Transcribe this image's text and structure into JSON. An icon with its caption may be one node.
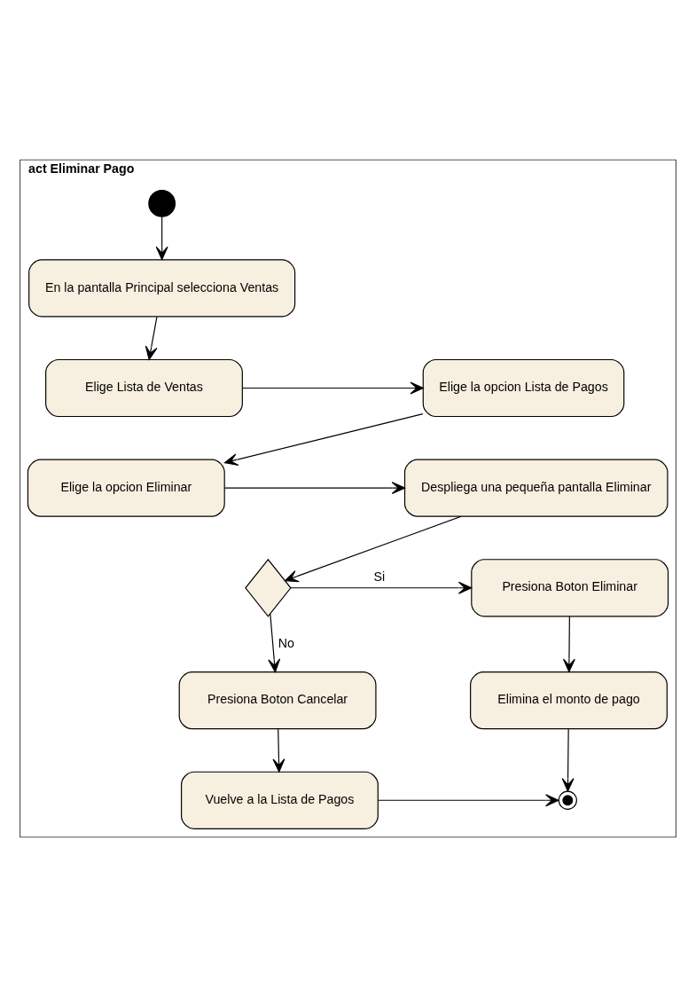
{
  "diagram": {
    "nodes": [
      {
        "text": [
          "act Eliminar Pago"
        ]
      },
      {
        "text": [],
        "shape": "circle",
        "in": 0
      },
      {
        "text": [
          "En la pantalla Principal selecciona Ventas"
        ],
        "in": 0
      },
      {
        "text": [
          "Elige Lista de Ventas"
        ],
        "in": 0
      },
      {
        "text": [
          "Elige la opcion Lista de Pagos"
        ],
        "in": 0
      },
      {
        "text": [
          "Elige la opcion Eliminar"
        ],
        "in": 0
      },
      {
        "text": [
          "Despliega una pequeña pantalla Eliminar"
        ],
        "in": 0
      },
      {
        "text": [],
        "shape": "diamond",
        "in": 0
      },
      {
        "text": [
          "Presiona Boton Eliminar"
        ],
        "in": 0
      },
      {
        "text": [
          "Presiona Boton Cancelar"
        ],
        "in": 0
      },
      {
        "text": [
          "Elimina el monto de pago"
        ],
        "in": 0
      },
      {
        "text": [
          "Vuelve a la Lista de Pagos"
        ],
        "in": 0
      },
      {
        "text": [],
        "shape": "circle",
        "in": 0
      }
    ],
    "edges": [
      {
        "from": 1,
        "to": 2,
        "arrow": "to"
      },
      {
        "from": 2,
        "to": 3,
        "arrow": "to"
      },
      {
        "from": 3,
        "to": 4,
        "arrow": "to"
      },
      {
        "from": 4,
        "to": 5,
        "arrow": "to"
      },
      {
        "from": 5,
        "to": 6,
        "arrow": "to"
      },
      {
        "from": 6,
        "to": 7,
        "arrow": "to"
      },
      {
        "from": 7,
        "to": 8,
        "label": "Si",
        "arrow": "to"
      },
      {
        "from": 7,
        "to": 9,
        "label": "No",
        "arrow": "to"
      },
      {
        "from": 8,
        "to": 10,
        "arrow": "to"
      },
      {
        "from": 9,
        "to": 11,
        "arrow": "to"
      },
      {
        "from": 10,
        "to": 12,
        "arrow": "to"
      },
      {
        "from": 11,
        "to": 12,
        "arrow": "to"
      }
    ]
  }
}
